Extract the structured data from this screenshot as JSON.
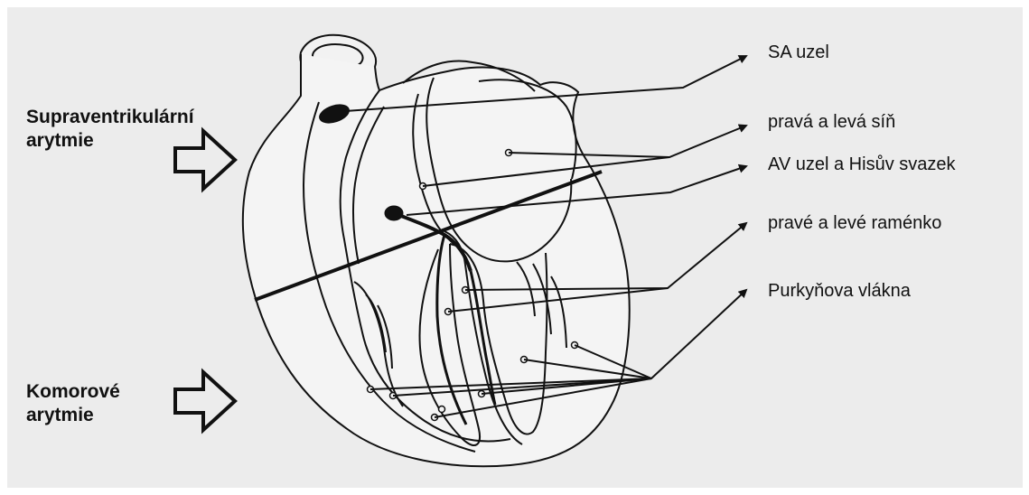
{
  "diagram": {
    "background_color": "#ececec",
    "line_color": "#111111",
    "labels_right": {
      "sa_node": "SA uzel",
      "atria": "pravá a levá síň",
      "av_node": "AV uzel a Hisův svazek",
      "bundle_branches": "pravé a levé raménko",
      "purkinje": "Purkyňova vlákna"
    },
    "labels_left": {
      "supraventricular_line1": "Supraventrikulární",
      "supraventricular_line2": "arytmie",
      "ventricular_line1": "Komorové",
      "ventricular_line2": "arytmie"
    },
    "icons": [
      "heart-diagram-icon",
      "right-arrow-icon",
      "pointer-arrow-icon"
    ]
  }
}
